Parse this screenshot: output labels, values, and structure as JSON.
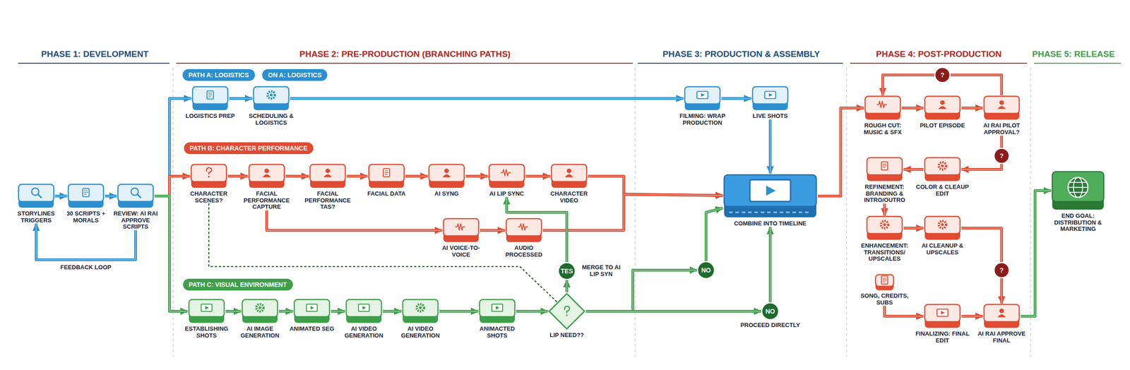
{
  "diagram": {
    "nodes": [
      {
        "text": [
          "STORYLINES TRIGGERS"
        ]
      },
      {
        "text": [
          "30 SCRIPTS + MORALS"
        ]
      },
      {
        "text": [
          "REVIEW: AI RAI APPROVE SCRIPTS"
        ]
      },
      {
        "text": [
          "PATH A: LOGISTICS"
        ]
      },
      {
        "text": [
          "ON A: LOGISTICS"
        ]
      },
      {
        "text": [
          "LOGISTICS PREP"
        ]
      },
      {
        "text": [
          "SCHEDULING & LOGISTICS"
        ]
      },
      {
        "text": [
          "PATH B: CHARACTER PERFORMANCE"
        ]
      },
      {
        "text": [
          "CHARACTER SCENES?"
        ]
      },
      {
        "text": [
          "FACIAL PERFORMANCE CAPTURE"
        ]
      },
      {
        "text": [
          "FACIAL PERFORMANCE TAS?"
        ]
      },
      {
        "text": [
          "FACIAL DATA"
        ]
      },
      {
        "text": [
          "AI SYNG"
        ]
      },
      {
        "text": [
          "AI LIP SYNC"
        ]
      },
      {
        "text": [
          "CHARACTER VIDEO"
        ]
      },
      {
        "text": [
          "AI VOICE-TO-VOICE"
        ]
      },
      {
        "text": [
          "AUDIO PROCESSED"
        ]
      },
      {
        "text": [
          "PATH C: VISUAL ENVIRONMENT"
        ]
      },
      {
        "text": [
          "ESTABLISHING SHOTS"
        ]
      },
      {
        "text": [
          "AI IMAGE GENERATION"
        ]
      },
      {
        "text": [
          "ANIMATED SEG"
        ]
      },
      {
        "text": [
          "AI VIDEO GENERATION"
        ]
      },
      {
        "text": [
          "AI VIDEO GENERATION"
        ]
      },
      {
        "text": [
          "ANIMACTED SHOTS"
        ]
      },
      {
        "text": [
          "LIP NEED??"
        ]
      },
      {
        "text": [
          "TES"
        ]
      },
      {
        "text": [
          "NO"
        ]
      },
      {
        "text": [
          "NO",
          "PROCEED DIRECTLY"
        ]
      },
      {
        "text": [
          "FILMING: WRAP PRODUCTION"
        ]
      },
      {
        "text": [
          "LIVE SHOTS"
        ]
      },
      {
        "text": [
          "COMBINE INTO TIMELINE"
        ]
      },
      {
        "text": [
          "ROUGH CUT: MUSIC & SFX"
        ]
      },
      {
        "text": [
          "PILOT EPISODE"
        ]
      },
      {
        "text": [
          "AI RAI PILOT APPROVAL?"
        ]
      },
      {
        "text": [
          "?"
        ]
      },
      {
        "text": [
          "?"
        ]
      },
      {
        "text": [
          "COLOR & CLEAUP EDIT"
        ]
      },
      {
        "text": [
          "REFINEMENT: BRANDING & INTRO/OUTRO"
        ]
      },
      {
        "text": [
          "ENHANCEMENT: TRANSITIONS/ UPSCALES"
        ]
      },
      {
        "text": [
          "AI CLEANUP & UPSCALES"
        ]
      },
      {
        "text": [
          "?"
        ]
      },
      {
        "text": [
          "SONG, CREDITS, SUBS"
        ]
      },
      {
        "text": [
          "FINALIZING: FINAL EDIT"
        ]
      },
      {
        "text": [
          "AI RAI APPROVE FINAL"
        ]
      },
      {
        "text": [
          "END GOAL: DISTRIBUTION & MARKETING"
        ]
      }
    ],
    "edges": [
      {
        "from": 0,
        "to": 1,
        "arrow": "to"
      },
      {
        "from": 1,
        "to": 2,
        "arrow": "to"
      },
      {
        "from": 2,
        "to": 0,
        "label": "FEEDBACK LOOP",
        "arrow": "to"
      },
      {
        "from": 2,
        "to": 5,
        "arrow": "to"
      },
      {
        "from": 5,
        "to": 6,
        "arrow": "to"
      },
      {
        "from": 6,
        "to": 28,
        "arrow": "to"
      },
      {
        "from": 28,
        "to": 29,
        "arrow": "to"
      },
      {
        "from": 29,
        "to": 30,
        "arrow": "to"
      },
      {
        "from": 2,
        "to": 8,
        "arrow": "to"
      },
      {
        "from": 8,
        "to": 9,
        "arrow": "to"
      },
      {
        "from": 9,
        "to": 10,
        "arrow": "to"
      },
      {
        "from": 10,
        "to": 11,
        "arrow": "to"
      },
      {
        "from": 11,
        "to": 12,
        "arrow": "to"
      },
      {
        "from": 12,
        "to": 13,
        "arrow": "to"
      },
      {
        "from": 13,
        "to": 14,
        "arrow": "to"
      },
      {
        "from": 14,
        "to": 30,
        "arrow": "to"
      },
      {
        "from": 9,
        "to": 15,
        "arrow": "to"
      },
      {
        "from": 15,
        "to": 16,
        "arrow": "to"
      },
      {
        "from": 16,
        "to": 30,
        "arrow": "to"
      },
      {
        "from": 8,
        "to": 24,
        "arrow": "none"
      },
      {
        "from": 2,
        "to": 18,
        "arrow": "to"
      },
      {
        "from": 18,
        "to": 19,
        "arrow": "to"
      },
      {
        "from": 19,
        "to": 20,
        "arrow": "to"
      },
      {
        "from": 20,
        "to": 21,
        "arrow": "to"
      },
      {
        "from": 21,
        "to": 22,
        "arrow": "to"
      },
      {
        "from": 22,
        "to": 23,
        "arrow": "to"
      },
      {
        "from": 23,
        "to": 24,
        "arrow": "to"
      },
      {
        "from": 24,
        "to": 25,
        "arrow": "to"
      },
      {
        "from": 25,
        "to": 13,
        "arrow": "to"
      },
      {
        "from": 24,
        "to": 26,
        "arrow": "to"
      },
      {
        "from": 26,
        "to": 30,
        "arrow": "to"
      },
      {
        "from": 24,
        "to": 27,
        "arrow": "to"
      },
      {
        "from": 27,
        "to": 30,
        "arrow": "to"
      },
      {
        "from": 30,
        "to": 31,
        "arrow": "to"
      },
      {
        "from": 31,
        "to": 32,
        "arrow": "to"
      },
      {
        "from": 32,
        "to": 33,
        "arrow": "to"
      },
      {
        "from": 33,
        "to": 34,
        "arrow": "none"
      },
      {
        "from": 34,
        "to": 31,
        "arrow": "to"
      },
      {
        "from": 33,
        "to": 35,
        "arrow": "none"
      },
      {
        "from": 35,
        "to": 36,
        "arrow": "to"
      },
      {
        "from": 36,
        "to": 37,
        "arrow": "to"
      },
      {
        "from": 37,
        "to": 38,
        "arrow": "to"
      },
      {
        "from": 38,
        "to": 39,
        "arrow": "to"
      },
      {
        "from": 39,
        "to": 40,
        "arrow": "none"
      },
      {
        "from": 40,
        "to": 43,
        "arrow": "to"
      },
      {
        "from": 41,
        "to": 42,
        "arrow": "to"
      },
      {
        "from": 42,
        "to": 43,
        "arrow": "to"
      },
      {
        "from": 43,
        "to": 44,
        "arrow": "to"
      }
    ],
    "labels": [
      "PHASE 1: DEVELOPMENT",
      "PHASE 2: PRE-PRODUCTION (BRANCHING PATHS)",
      "PHASE 3: PRODUCTION & ASSEMBLY",
      "PHASE 4: POST-PRODUCTION",
      "PHASE 5: RELEASE",
      "MERGE TO AI LIP SYN"
    ]
  }
}
